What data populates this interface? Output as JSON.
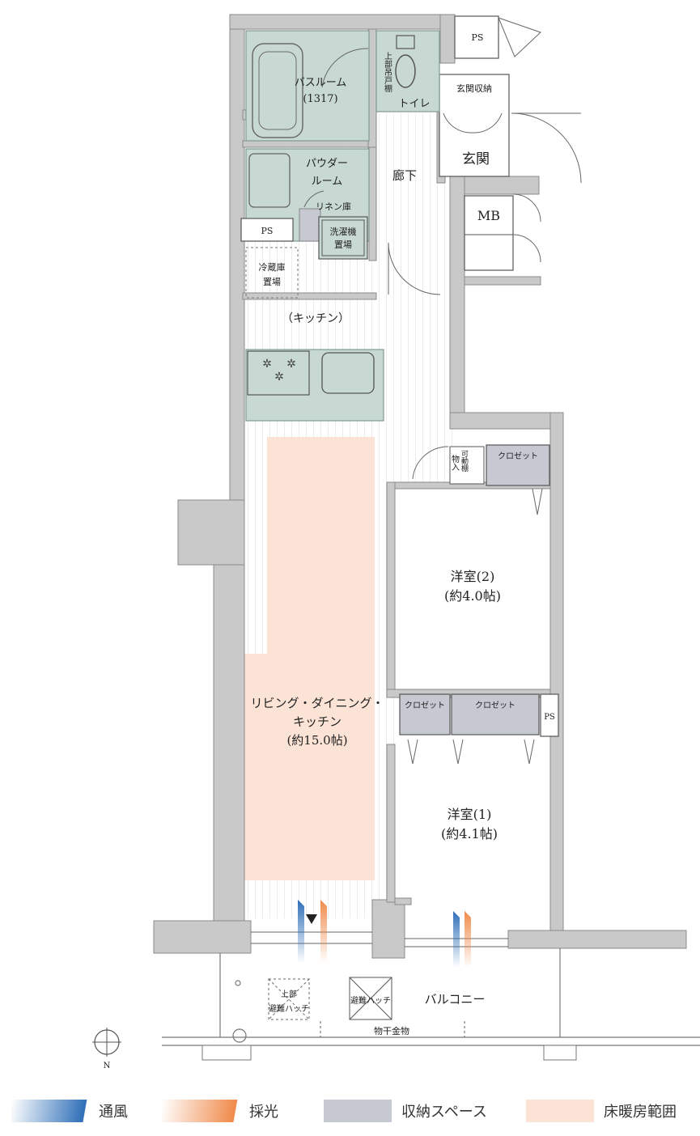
{
  "colors": {
    "wall": "#c9c9c9",
    "wet": "#c8d9d3",
    "wet_stroke": "#7f9a90",
    "storage": "#c6c8d2",
    "floor_heating": "#fbe3d6",
    "ventilation": "#2f6fb8",
    "daylight": "#f08a4b"
  },
  "rooms": {
    "bathroom": "バスルーム",
    "bathroom_size": "(1317)",
    "toilet": "トイレ",
    "upper_cabinet": "上部吊戸棚",
    "entrance_storage": "玄関収納",
    "entrance": "玄関",
    "corridor": "廊下",
    "powder_room_1": "パウダー",
    "powder_room_2": "ルーム",
    "linen": "リネン庫",
    "washer_1": "洗濯機",
    "washer_2": "置場",
    "ps_top": "PS",
    "ps_left": "PS",
    "ps_right": "PS",
    "mb": "MB",
    "fridge_1": "冷蔵庫",
    "fridge_2": "置場",
    "kitchen": "（キッチン）",
    "storeroom": "物入",
    "movable_shelf": "可動棚",
    "closet_a": "クロゼット",
    "closet_b": "クロゼット",
    "closet_c": "クロゼット",
    "western2_line1": "洋室(2)",
    "western2_line2": "(約4.0帖)",
    "western1_line1": "洋室(1)",
    "western1_line2": "(約4.1帖)",
    "ldk_line1": "リビング・ダイニング・",
    "ldk_line2": "キッチン",
    "ldk_line3": "(約15.0帖)",
    "balcony": "バルコニー",
    "hatch_upper_1": "上部",
    "hatch_upper_2": "避難ハッチ",
    "hatch": "避難ハッチ",
    "drying_rack": "物干金物",
    "north": "N"
  },
  "legend": {
    "ventilation": "通風",
    "daylight": "採光",
    "storage": "収納スペース",
    "floor_heating": "床暖房範囲"
  }
}
